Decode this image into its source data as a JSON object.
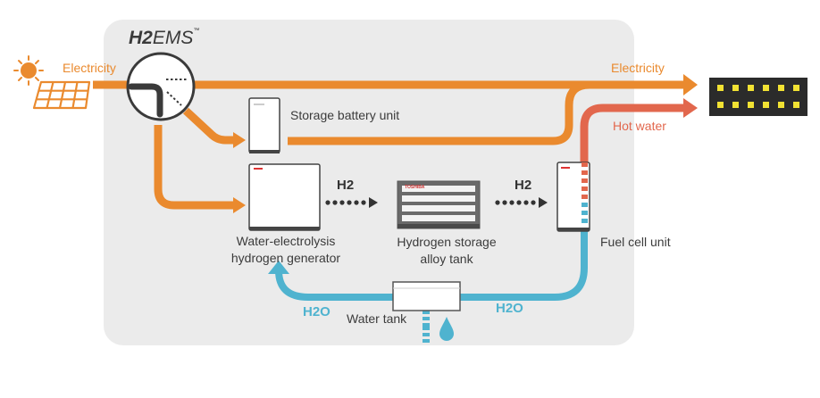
{
  "brand": {
    "h2": "H2",
    "ems": "EMS",
    "tm": "™"
  },
  "labels": {
    "electricity_in": "Electricity",
    "electricity_out": "Electricity",
    "hot_water": "Hot water",
    "storage_battery": "Storage battery unit",
    "electrolysis_line1": "Water-electrolysis",
    "electrolysis_line2": "hydrogen generator",
    "hydrogen_tank_line1": "Hydrogen storage",
    "hydrogen_tank_line2": "alloy tank",
    "fuel_cell": "Fuel cell unit",
    "water_tank": "Water tank",
    "h2_left": "H2",
    "h2_right": "H2",
    "h2o_left": "H2O",
    "h2o_right": "H2O"
  },
  "equipment_brand": "TOSHIBA",
  "colors": {
    "electricity": "#ea8a2e",
    "hot_water": "#e2674d",
    "water": "#4fb3cf",
    "panel": "#ebebeb",
    "text": "#3b3b3b",
    "grid_lights": "#f2e233"
  }
}
